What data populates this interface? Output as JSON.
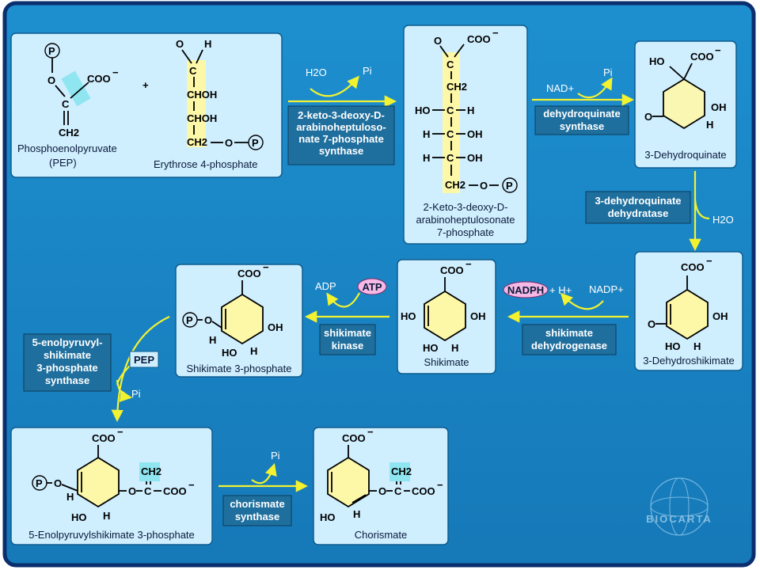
{
  "compounds": {
    "pep": "Phosphoenolpyruvate",
    "pep_abbr": "(PEP)",
    "e4p": "Erythrose 4-phosphate",
    "dahp": [
      "2-Keto-3-deoxy-D-",
      "arabinoheptulosonate",
      "7-phosphate"
    ],
    "dhq": "3-Dehydroquinate",
    "dhs": "3-Dehydroshikimate",
    "shikimate": "Shikimate",
    "s3p": "Shikimate 3-phosphate",
    "epsp": "5-Enolpyruvylshikimate 3-phosphate",
    "chorismate": "Chorismate"
  },
  "enzymes": {
    "dahp_synthase": [
      "2-keto-3-deoxy-D-",
      "arabinoheptuloso-",
      "nate 7-phosphate",
      "synthase"
    ],
    "dhq_synthase": [
      "dehydroquinate",
      "synthase"
    ],
    "dhq_dehydratase": [
      "3-dehydroquinate",
      "dehydratase"
    ],
    "sdh": [
      "shikimate",
      "dehydrogenase"
    ],
    "sk": [
      "shikimate",
      "kinase"
    ],
    "epsp_synthase": [
      "5-enolpyruvyl-",
      "shikimate",
      "3-phosphate",
      "synthase"
    ],
    "cs": [
      "chorismate",
      "synthase"
    ]
  },
  "cofactors": {
    "h2o": "H2O",
    "pi": "Pi",
    "nad": "NAD+",
    "nadph": "NADPH",
    "hplus": "+ H+",
    "nadp": "NADP+",
    "atp": "ATP",
    "adp": "ADP",
    "pep": "PEP"
  },
  "atoms": {
    "P": "P",
    "O": "O",
    "H": "H",
    "C": "C",
    "COO": "COO",
    "CH2": "CH2",
    "CHOH": "CHOH",
    "HO": "HO",
    "OH": "OH"
  },
  "logo": "BIOCARTA",
  "plus": "+"
}
